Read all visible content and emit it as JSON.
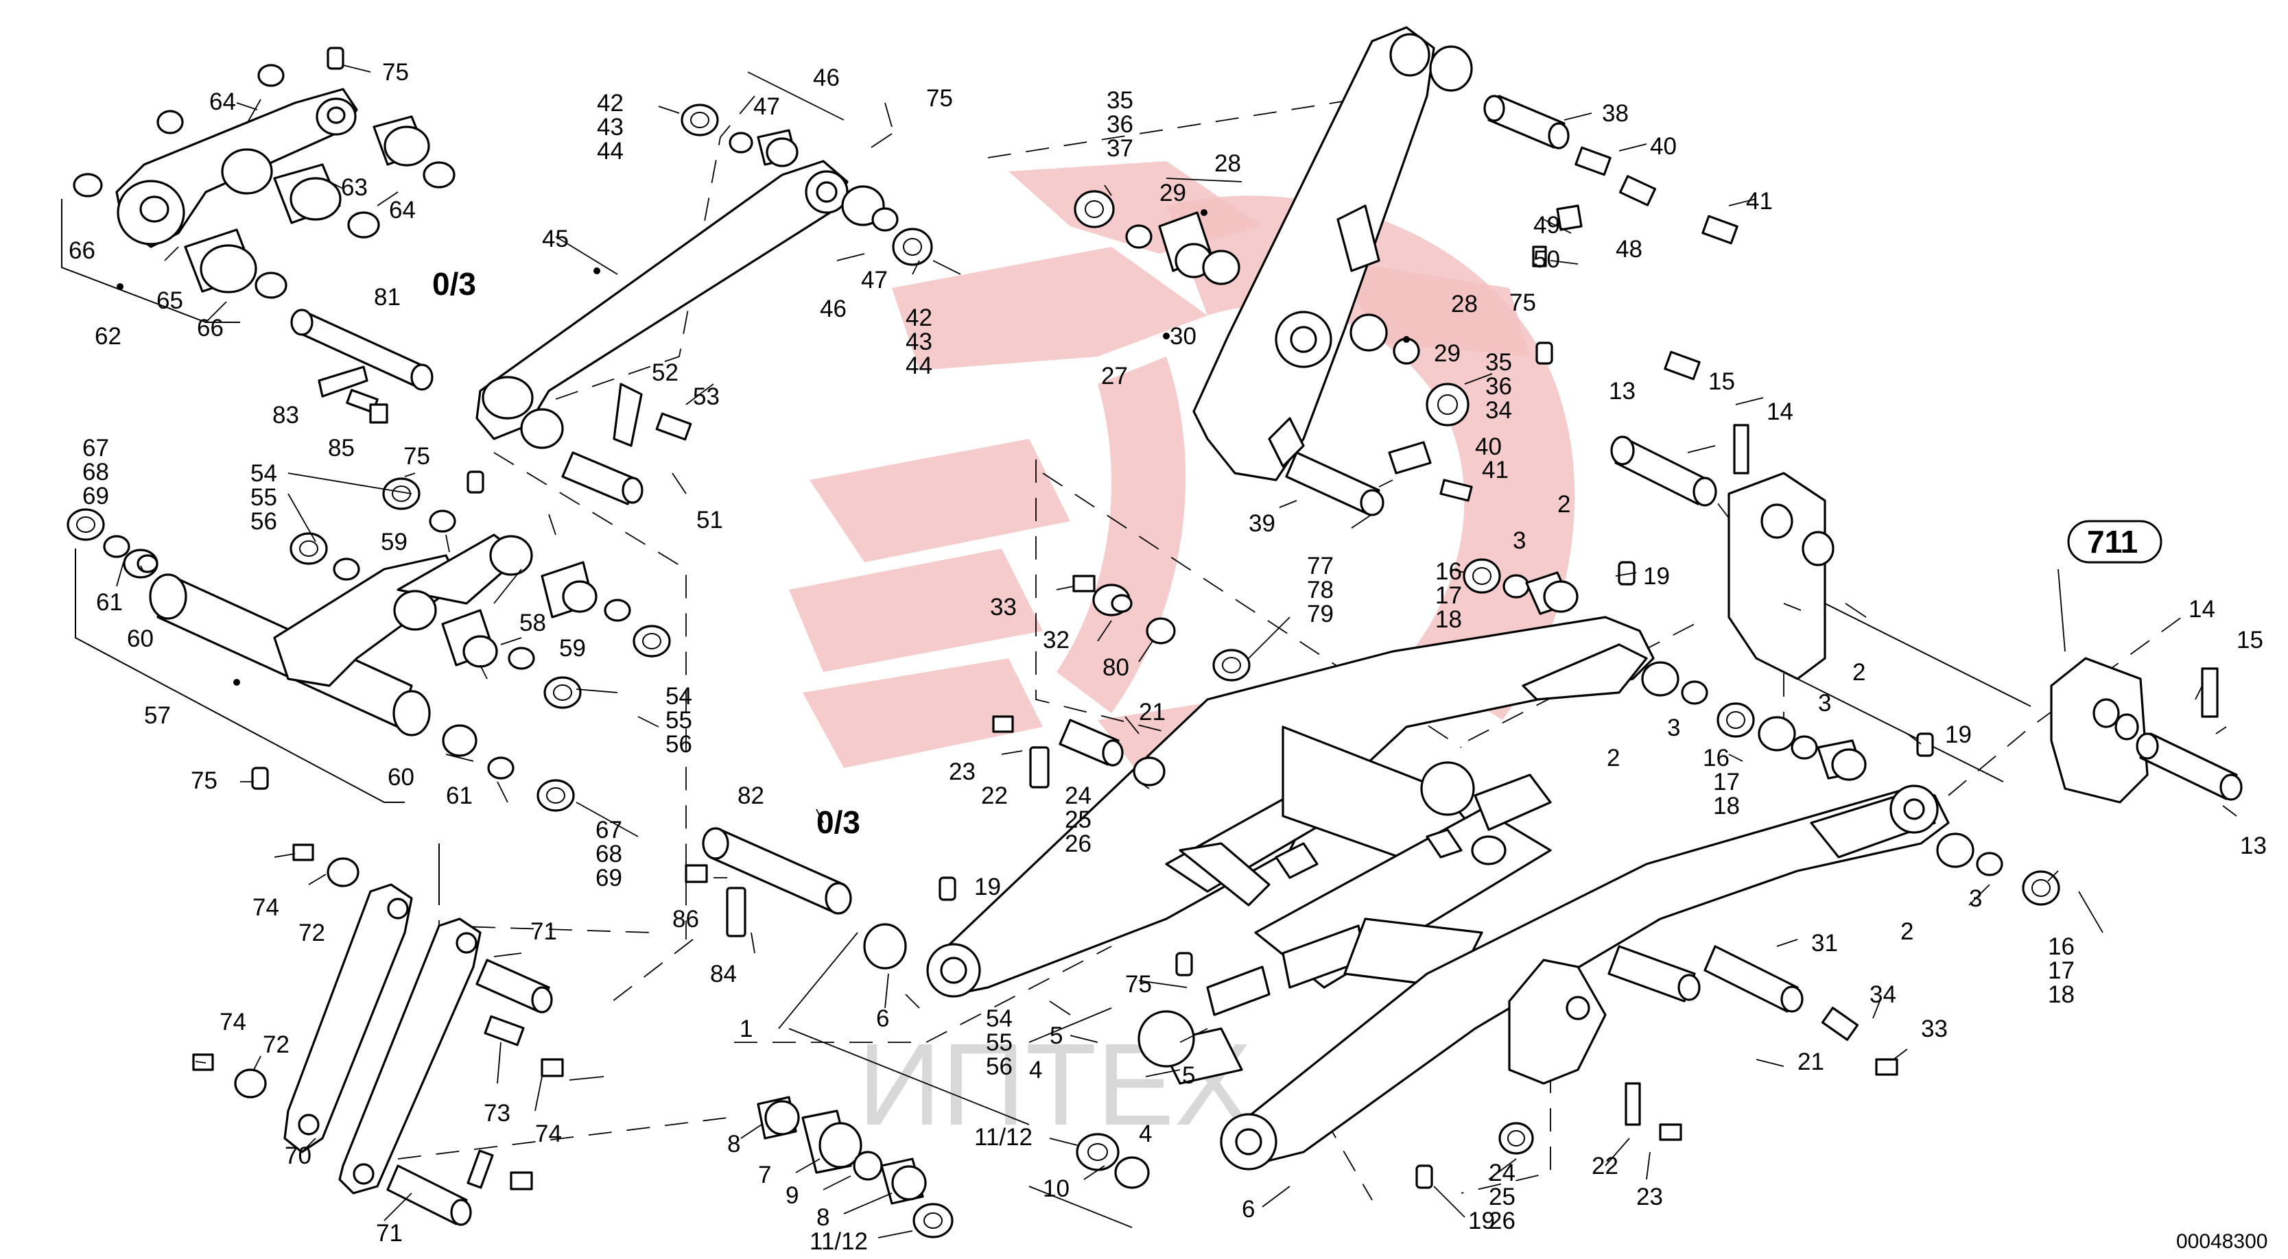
{
  "document_number": "00048300",
  "group_ref": "711",
  "quantity_notes": [
    "0/3",
    "0/3"
  ],
  "watermark_text": "ИПТЕХ",
  "colors": {
    "line": "#000000",
    "watermark": "#f3c2c2"
  },
  "callouts": [
    {
      "id": "c75a",
      "text": "75"
    },
    {
      "id": "c64a",
      "text": "64"
    },
    {
      "id": "c64b",
      "text": "64"
    },
    {
      "id": "c63",
      "text": "63"
    },
    {
      "id": "c66a",
      "text": "66"
    },
    {
      "id": "c65",
      "text": "65"
    },
    {
      "id": "c66b",
      "text": "66"
    },
    {
      "id": "c62",
      "text": "62"
    },
    {
      "id": "c81",
      "text": "81"
    },
    {
      "id": "c83",
      "text": "83"
    },
    {
      "id": "c85",
      "text": "85"
    },
    {
      "id": "c42a",
      "text": "42"
    },
    {
      "id": "c43a",
      "text": "43"
    },
    {
      "id": "c44a",
      "text": "44"
    },
    {
      "id": "c46a",
      "text": "46"
    },
    {
      "id": "c47a",
      "text": "47"
    },
    {
      "id": "c45",
      "text": "45"
    },
    {
      "id": "c47b",
      "text": "47"
    },
    {
      "id": "c46b",
      "text": "46"
    },
    {
      "id": "c42b",
      "text": "42"
    },
    {
      "id": "c43b",
      "text": "43"
    },
    {
      "id": "c44b",
      "text": "44"
    },
    {
      "id": "c75b",
      "text": "75"
    },
    {
      "id": "c52",
      "text": "52"
    },
    {
      "id": "c53",
      "text": "53"
    },
    {
      "id": "c51",
      "text": "51"
    },
    {
      "id": "c35a",
      "text": "35"
    },
    {
      "id": "c36a",
      "text": "36"
    },
    {
      "id": "c37",
      "text": "37"
    },
    {
      "id": "c28a",
      "text": "28"
    },
    {
      "id": "c29a",
      "text": "29"
    },
    {
      "id": "c30",
      "text": "30"
    },
    {
      "id": "c27",
      "text": "27"
    },
    {
      "id": "c38",
      "text": "38"
    },
    {
      "id": "c40a",
      "text": "40"
    },
    {
      "id": "c41a",
      "text": "41"
    },
    {
      "id": "c49",
      "text": "49"
    },
    {
      "id": "c48",
      "text": "48"
    },
    {
      "id": "c50",
      "text": "50"
    },
    {
      "id": "c75c",
      "text": "75"
    },
    {
      "id": "c28b",
      "text": "28"
    },
    {
      "id": "c29b",
      "text": "29"
    },
    {
      "id": "c35b",
      "text": "35"
    },
    {
      "id": "c36b",
      "text": "36"
    },
    {
      "id": "c34a",
      "text": "34"
    },
    {
      "id": "c40b",
      "text": "40"
    },
    {
      "id": "c41b",
      "text": "41"
    },
    {
      "id": "c39",
      "text": "39"
    },
    {
      "id": "c13a",
      "text": "13"
    },
    {
      "id": "c15a",
      "text": "15"
    },
    {
      "id": "c14a",
      "text": "14"
    },
    {
      "id": "c67a",
      "text": "67"
    },
    {
      "id": "c68a",
      "text": "68"
    },
    {
      "id": "c69a",
      "text": "69"
    },
    {
      "id": "c54a",
      "text": "54"
    },
    {
      "id": "c55a",
      "text": "55"
    },
    {
      "id": "c56a",
      "text": "56"
    },
    {
      "id": "c75d",
      "text": "75"
    },
    {
      "id": "c59a",
      "text": "59"
    },
    {
      "id": "c61a",
      "text": "61"
    },
    {
      "id": "c60a",
      "text": "60"
    },
    {
      "id": "c58",
      "text": "58"
    },
    {
      "id": "c59b",
      "text": "59"
    },
    {
      "id": "c57",
      "text": "57"
    },
    {
      "id": "c54b",
      "text": "54"
    },
    {
      "id": "c55b",
      "text": "55"
    },
    {
      "id": "c56b",
      "text": "56"
    },
    {
      "id": "c75e",
      "text": "75"
    },
    {
      "id": "c60b",
      "text": "60"
    },
    {
      "id": "c61b",
      "text": "61"
    },
    {
      "id": "c67b",
      "text": "67"
    },
    {
      "id": "c68b",
      "text": "68"
    },
    {
      "id": "c69b",
      "text": "69"
    },
    {
      "id": "c2a",
      "text": "2"
    },
    {
      "id": "c3a",
      "text": "3"
    },
    {
      "id": "c16a",
      "text": "16"
    },
    {
      "id": "c17a",
      "text": "17"
    },
    {
      "id": "c18a",
      "text": "18"
    },
    {
      "id": "c19a",
      "text": "19"
    },
    {
      "id": "c77",
      "text": "77"
    },
    {
      "id": "c78",
      "text": "78"
    },
    {
      "id": "c79",
      "text": "79"
    },
    {
      "id": "c33a",
      "text": "33"
    },
    {
      "id": "c32",
      "text": "32"
    },
    {
      "id": "c80",
      "text": "80"
    },
    {
      "id": "c21a",
      "text": "21"
    },
    {
      "id": "c23a",
      "text": "23"
    },
    {
      "id": "c22a",
      "text": "22"
    },
    {
      "id": "c24a",
      "text": "24"
    },
    {
      "id": "c25a",
      "text": "25"
    },
    {
      "id": "c26a",
      "text": "26"
    },
    {
      "id": "c3b",
      "text": "3"
    },
    {
      "id": "c2b",
      "text": "2"
    },
    {
      "id": "c16b",
      "text": "16"
    },
    {
      "id": "c17b",
      "text": "17"
    },
    {
      "id": "c18b",
      "text": "18"
    },
    {
      "id": "c3c",
      "text": "3"
    },
    {
      "id": "c2c",
      "text": "2"
    },
    {
      "id": "c19b",
      "text": "19"
    },
    {
      "id": "c14b",
      "text": "14"
    },
    {
      "id": "c15b",
      "text": "15"
    },
    {
      "id": "c13b",
      "text": "13"
    },
    {
      "id": "c3d",
      "text": "3"
    },
    {
      "id": "c2d",
      "text": "2"
    },
    {
      "id": "c16c",
      "text": "16"
    },
    {
      "id": "c17c",
      "text": "17"
    },
    {
      "id": "c18c",
      "text": "18"
    },
    {
      "id": "c82",
      "text": "82"
    },
    {
      "id": "c86",
      "text": "86"
    },
    {
      "id": "c84",
      "text": "84"
    },
    {
      "id": "c19c",
      "text": "19"
    },
    {
      "id": "c1",
      "text": "1"
    },
    {
      "id": "c6a",
      "text": "6"
    },
    {
      "id": "c54c",
      "text": "54"
    },
    {
      "id": "c55c",
      "text": "55"
    },
    {
      "id": "c56c",
      "text": "56"
    },
    {
      "id": "c5a",
      "text": "5"
    },
    {
      "id": "c4a",
      "text": "4"
    },
    {
      "id": "c75f",
      "text": "75"
    },
    {
      "id": "c5b",
      "text": "5"
    },
    {
      "id": "c4b",
      "text": "4"
    },
    {
      "id": "c31",
      "text": "31"
    },
    {
      "id": "c34b",
      "text": "34"
    },
    {
      "id": "c33b",
      "text": "33"
    },
    {
      "id": "c21b",
      "text": "21"
    },
    {
      "id": "c8a",
      "text": "8"
    },
    {
      "id": "c7",
      "text": "7"
    },
    {
      "id": "c9",
      "text": "9"
    },
    {
      "id": "c8b",
      "text": "8"
    },
    {
      "id": "c1112a",
      "text": "11/12"
    },
    {
      "id": "c1112b",
      "text": "11/12"
    },
    {
      "id": "c10",
      "text": "10"
    },
    {
      "id": "c6b",
      "text": "6"
    },
    {
      "id": "c19d",
      "text": "19"
    },
    {
      "id": "c24b",
      "text": "24"
    },
    {
      "id": "c25b",
      "text": "25"
    },
    {
      "id": "c26b",
      "text": "26"
    },
    {
      "id": "c22b",
      "text": "22"
    },
    {
      "id": "c23b",
      "text": "23"
    },
    {
      "id": "c74a",
      "text": "74"
    },
    {
      "id": "c72a",
      "text": "72"
    },
    {
      "id": "c71a",
      "text": "71"
    },
    {
      "id": "c74b",
      "text": "74"
    },
    {
      "id": "c72b",
      "text": "72"
    },
    {
      "id": "c73",
      "text": "73"
    },
    {
      "id": "c74c",
      "text": "74"
    },
    {
      "id": "c70",
      "text": "70"
    },
    {
      "id": "c71b",
      "text": "71"
    }
  ]
}
